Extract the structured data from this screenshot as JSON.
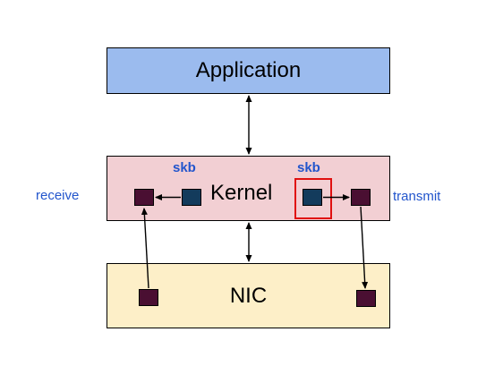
{
  "layers": {
    "application": {
      "label": "Application",
      "fill": "#9bbbee"
    },
    "kernel": {
      "label": "Kernel",
      "fill": "#f2cfd3"
    },
    "nic": {
      "label": "NIC",
      "fill": "#fdefc8"
    }
  },
  "labels": {
    "receive": "receive",
    "transmit": "transmit",
    "skb_left": "skb",
    "skb_right": "skb"
  },
  "colors": {
    "label_blue": "#2255cc",
    "skb_buffer": "#133b5c",
    "queue_buffer": "#4a0f32",
    "highlight": "#e01010",
    "arrow": "#000000"
  }
}
